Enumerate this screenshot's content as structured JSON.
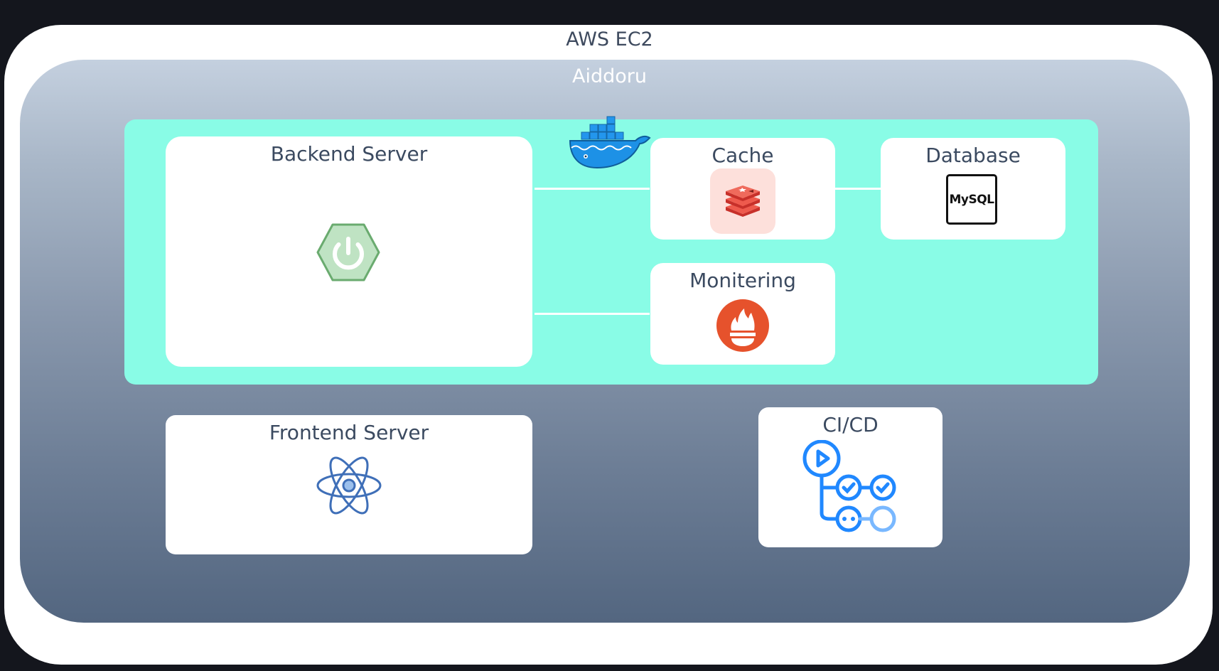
{
  "ec2": {
    "label": "AWS EC2"
  },
  "app": {
    "label": "Aiddoru"
  },
  "backend": {
    "title": "Backend Server",
    "icon": "spring-power-icon"
  },
  "cache": {
    "title": "Cache",
    "icon": "redis-icon"
  },
  "database": {
    "title": "Database",
    "icon": "mysql-icon",
    "icon_text": "MySQL"
  },
  "monitoring": {
    "title": "Monitering",
    "icon": "prometheus-icon"
  },
  "frontend": {
    "title": "Frontend Server",
    "icon": "react-icon"
  },
  "cicd": {
    "title": "CI/CD",
    "icon": "github-actions-icon"
  },
  "docker": {
    "icon": "docker-whale-icon"
  },
  "colors": {
    "outer_bg": "#14161d",
    "ec2_bg": "#ffffff",
    "docker_area": "#89fce6",
    "text": "#3b4a60",
    "spring": "#6db33f",
    "redis": "#dc382d",
    "prometheus": "#e6522c",
    "react": "#5a8fd8",
    "github_actions": "#2088ff",
    "docker": "#1d91e6"
  }
}
